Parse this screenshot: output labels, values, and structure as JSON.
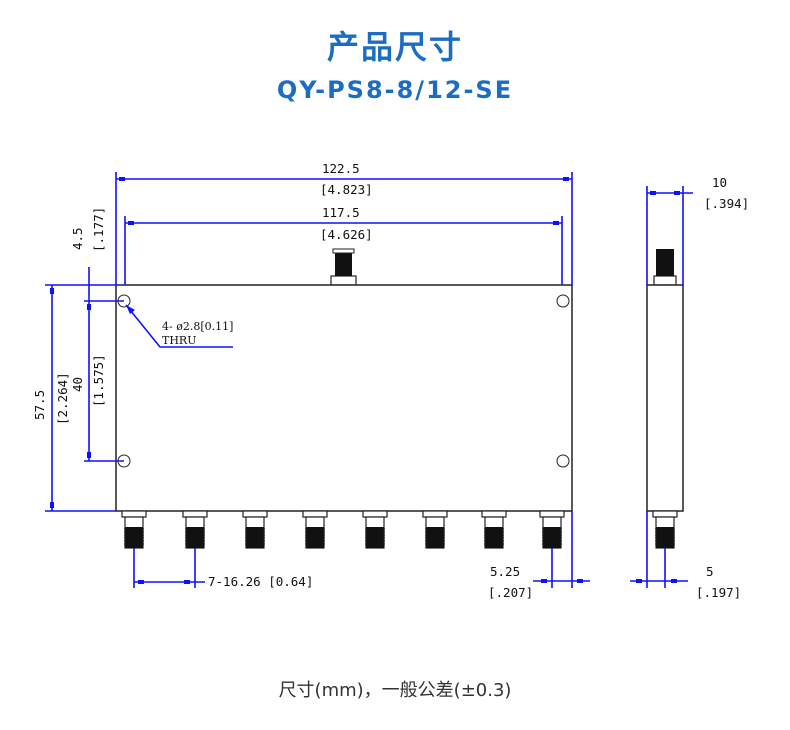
{
  "header": {
    "title": "产品尺寸",
    "model": "QY-PS8-8/12-SE"
  },
  "drawing": {
    "overall_length": "122.5",
    "overall_length_in": "[4.823]",
    "hole_spacing_length": "117.5",
    "hole_spacing_length_in": "[4.626]",
    "hole_edge_offset": "4.5",
    "hole_edge_offset_in": "[.177]",
    "overall_height": "57.5",
    "overall_height_in": "[2.264]",
    "hole_spacing_height": "40",
    "hole_spacing_height_in": "[1.575]",
    "hole_note_line1": "4- ø2.8[0.11]",
    "hole_note_line2": "THRU",
    "connector_pitch": "7-16.26 [0.64]",
    "end_connector_offset": "5.25",
    "end_connector_offset_in": "[.207]",
    "thickness": "10",
    "thickness_in": "[.394]",
    "side_connector_offset": "5",
    "side_connector_offset_in": "[.197]"
  },
  "footer": {
    "caption": "尺寸(mm)，一般公差(±0.3)"
  }
}
